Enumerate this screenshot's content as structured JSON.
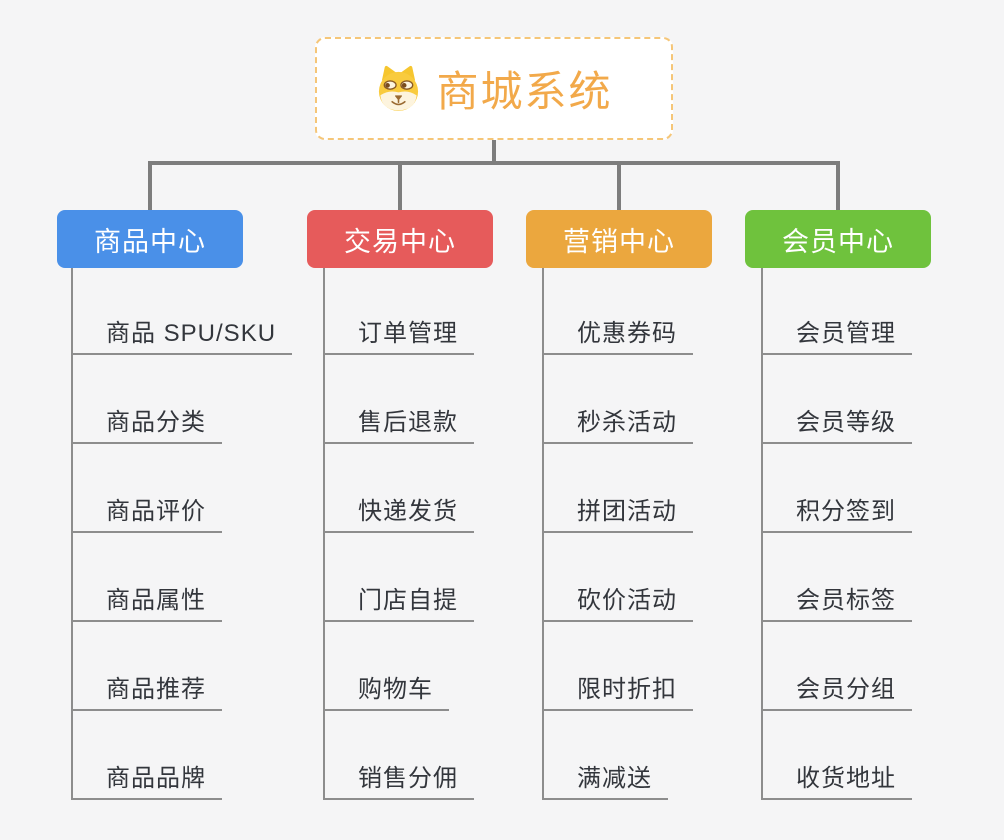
{
  "root": {
    "label": "商城系统",
    "icon": "doge-icon"
  },
  "colors": {
    "background": "#f5f5f6",
    "connector": "#7d7d7d",
    "leaf_line": "#8d8d8d",
    "root_border": "#f5c678",
    "root_text": "#f2a94a",
    "branch_text": "#ffffff"
  },
  "branches": [
    {
      "label": "商品中心",
      "color": "#4a90e8",
      "children": [
        "商品 SPU/SKU",
        "商品分类",
        "商品评价",
        "商品属性",
        "商品推荐",
        "商品品牌"
      ]
    },
    {
      "label": "交易中心",
      "color": "#e65b5b",
      "children": [
        "订单管理",
        "售后退款",
        "快递发货",
        "门店自提",
        "购物车",
        "销售分佣"
      ]
    },
    {
      "label": "营销中心",
      "color": "#eba73e",
      "children": [
        "优惠券码",
        "秒杀活动",
        "拼团活动",
        "砍价活动",
        "限时折扣",
        "满减送"
      ]
    },
    {
      "label": "会员中心",
      "color": "#6fc23d",
      "children": [
        "会员管理",
        "会员等级",
        "积分签到",
        "会员标签",
        "会员分组",
        "收货地址"
      ]
    }
  ]
}
